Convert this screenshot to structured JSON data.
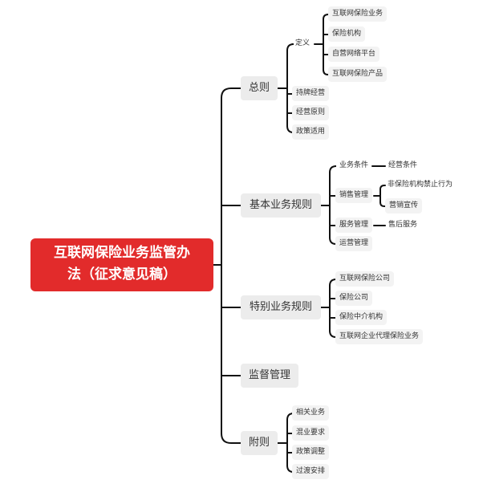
{
  "root": {
    "line1": "互联网保险业务监管办",
    "line2": "法（征求意见稿）"
  },
  "branches": [
    {
      "label": "总则",
      "children": [
        {
          "label": "定义",
          "children": [
            "互联网保险业务",
            "保险机构",
            "自营网络平台",
            "互联网保险产品"
          ]
        },
        {
          "label": "持牌经营"
        },
        {
          "label": "经营原则"
        },
        {
          "label": "政策适用"
        }
      ]
    },
    {
      "label": "基本业务规则",
      "children": [
        {
          "label": "业务条件",
          "children": [
            "经营条件"
          ]
        },
        {
          "label": "销售管理",
          "children": [
            "非保险机构禁止行为",
            "营销宣传"
          ]
        },
        {
          "label": "服务管理",
          "children": [
            "售后服务"
          ]
        },
        {
          "label": "运营管理"
        }
      ]
    },
    {
      "label": "特别业务规则",
      "children": [
        {
          "label": "互联网保险公司"
        },
        {
          "label": "保险公司"
        },
        {
          "label": "保险中介机构"
        },
        {
          "label": "互联网企业代理保险业务"
        }
      ]
    },
    {
      "label": "监督管理"
    },
    {
      "label": "附则",
      "children": [
        {
          "label": "相关业务"
        },
        {
          "label": "混业要求"
        },
        {
          "label": "政策调整"
        },
        {
          "label": "过渡安排"
        }
      ]
    }
  ],
  "colors": {
    "root_fill": "#e22b2b",
    "branch_fill": "#ececec",
    "leaf_fill": "#f3f3f3",
    "line": "#111111"
  }
}
